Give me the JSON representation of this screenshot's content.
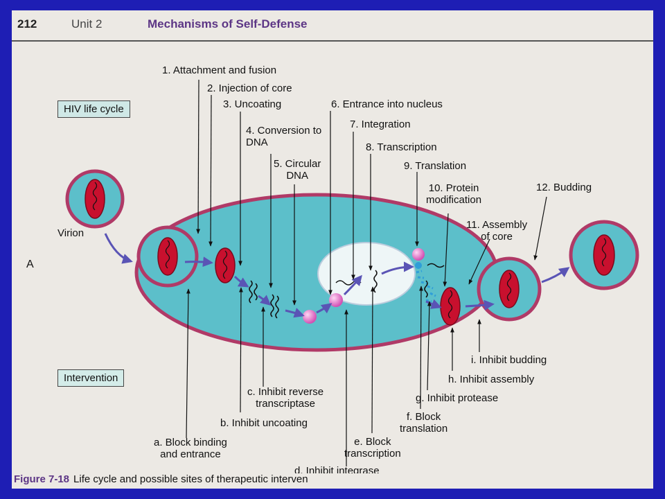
{
  "header": {
    "page_number": "212",
    "unit": "Unit 2",
    "title": "Mechanisms of Self-Defense"
  },
  "boxes": {
    "life_cycle": "HIV life cycle",
    "intervention": "Intervention"
  },
  "panel_label": "A",
  "virion_label": "Virion",
  "steps": {
    "s1": "1. Attachment and fusion",
    "s2": "2. Injection of core",
    "s3": "3. Uncoating",
    "s4a": "4. Conversion to",
    "s4b": "DNA",
    "s5a": "5. Circular",
    "s5b": "DNA",
    "s6": "6. Entrance into nucleus",
    "s7": "7. Integration",
    "s8": "8. Transcription",
    "s9": "9. Translation",
    "s10a": "10. Protein",
    "s10b": "modification",
    "s11a": "11. Assembly",
    "s11b": "of core",
    "s12": "12. Budding"
  },
  "interventions": {
    "a1": "a. Block binding",
    "a2": "and entrance",
    "b": "b. Inhibit uncoating",
    "c1": "c. Inhibit reverse",
    "c2": "transcriptase",
    "d": "d. Inhibit integrase",
    "e1": "e. Block",
    "e2": "transcription",
    "f1": "f. Block",
    "f2": "translation",
    "g": "g. Inhibit protease",
    "h": "h. Inhibit assembly",
    "i": "i. Inhibit budding"
  },
  "figure": {
    "number": "Figure 7-18",
    "caption": "Life cycle and possible sites of therapeutic interven"
  },
  "colors": {
    "cell_fill": "#5cbfca",
    "cell_border": "#b03a67",
    "core_fill": "#c8102e",
    "arrow": "#5a54b5",
    "particle": "#e070c0"
  }
}
